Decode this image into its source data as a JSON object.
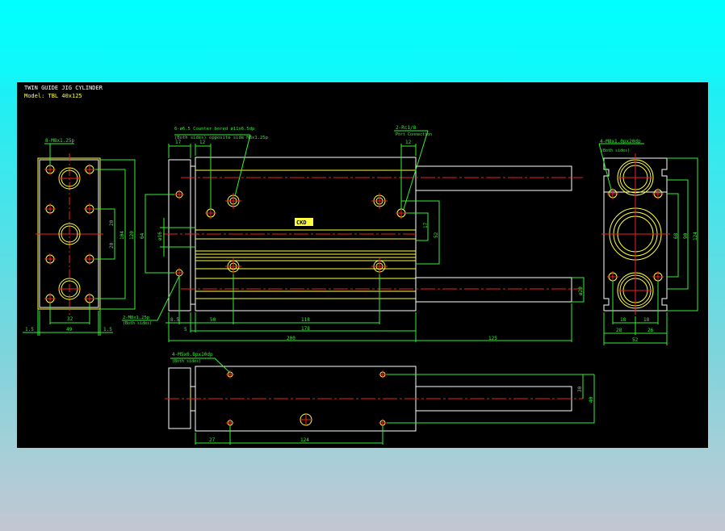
{
  "title": {
    "line1": "TWIN GUIDE JIG CYLINDER",
    "line2": "Model: TBL 40x125"
  },
  "colors": {
    "background_top": "#00ffff",
    "background_bottom": "#c2c6d2",
    "canvas": "#000000",
    "outline": "#ffffff",
    "part_lines": "#ffff40",
    "dimension": "#33ee33",
    "centerline": "#ee2222"
  },
  "front_view": {
    "callout": "8-M8x1.25p",
    "dims": {
      "h_pitch": "32",
      "width": "49",
      "edge_left": "1.5",
      "edge_right": "1.5",
      "v_20a": "20",
      "v_20b": "20",
      "v_104": "104",
      "v_120": "120"
    }
  },
  "side_view": {
    "callout_top_left_1": "6-ø6.5  Counter bored ø11x6.5dp",
    "callout_top_left_2": "(Both sides) opposite side M8x1.25p",
    "callout_top_right_1": "2-Rc1/8",
    "callout_top_right_2": "Port Connection",
    "callout_bottom_left_1": "2-M8x1.25p",
    "callout_bottom_left_2": "(Both sides)",
    "badge": "CKD",
    "dims": {
      "top_17": "17",
      "top_12a": "12",
      "top_12b": "12",
      "left_64": "64",
      "left_phi16": "ø16",
      "right_17": "17",
      "right_52": "52",
      "rod_phi20": "ø20",
      "b_85": "8.5",
      "b_5": "5",
      "b_50": "50",
      "b_118": "118",
      "b_178": "178",
      "b_200": "200",
      "b_125": "125"
    }
  },
  "end_view": {
    "callout_1": "4-M8x1.0px20dp",
    "callout_2": "(Both sides)",
    "dims": {
      "v_68": "68",
      "v_90": "90",
      "v_124": "124",
      "h_18a": "18",
      "h_18b": "18",
      "h_28": "28",
      "h_26": "26",
      "h_52": "52"
    }
  },
  "bottom_view": {
    "callout_1": "4-M5x0.8px10dp",
    "callout_2": "(Both sides)",
    "dims": {
      "h_27": "27",
      "h_124": "124",
      "v_30": "30",
      "v_40": "40"
    }
  }
}
